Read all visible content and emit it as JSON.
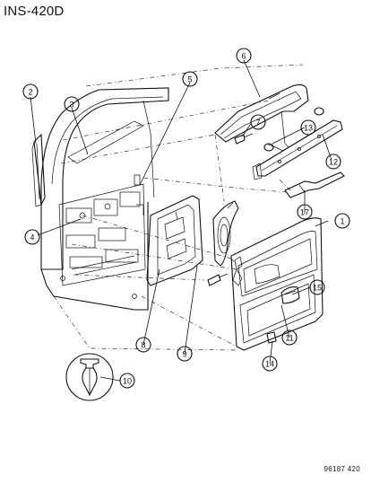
{
  "diagram": {
    "title": "INS-420D",
    "drawing_code": "96187 420",
    "callouts": [
      "1",
      "2",
      "3",
      "4",
      "5",
      "6",
      "7",
      "8",
      "9",
      "10",
      "11",
      "12",
      "13",
      "14",
      "15",
      "17"
    ]
  }
}
